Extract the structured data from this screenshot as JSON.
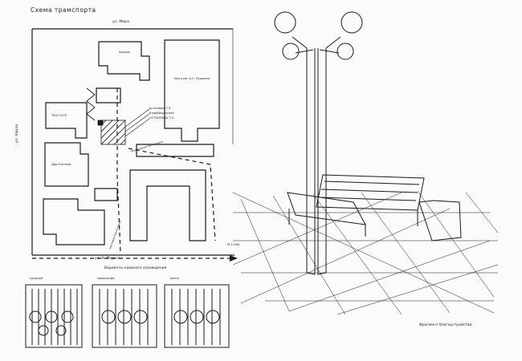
{
  "title": "Схема трамспорта",
  "streets": {
    "top": "ул. Мира",
    "left": "ул. Карла",
    "bottom": "ул. К. Маркса"
  },
  "buildings": {
    "arcade": "Аркада",
    "theatre": "Театр им. А.С. Пушкина",
    "tyuz": "ТЮЗ СССР",
    "dom": "Дом Учителя"
  },
  "stops": [
    "остановка Т.З.",
    "Кладбищенская",
    "ОСТАНОВКА Т.З."
  ],
  "routes": [
    "пешеходная магистраль",
    "мостовая магистраль"
  ],
  "section_marker": "М 1:500",
  "fences": {
    "heading": "Варианты кованого ограждения",
    "variants": [
      "Ажурный",
      "продольный",
      "Центр"
    ]
  },
  "fragment": "Фрагмент благоустройства"
}
